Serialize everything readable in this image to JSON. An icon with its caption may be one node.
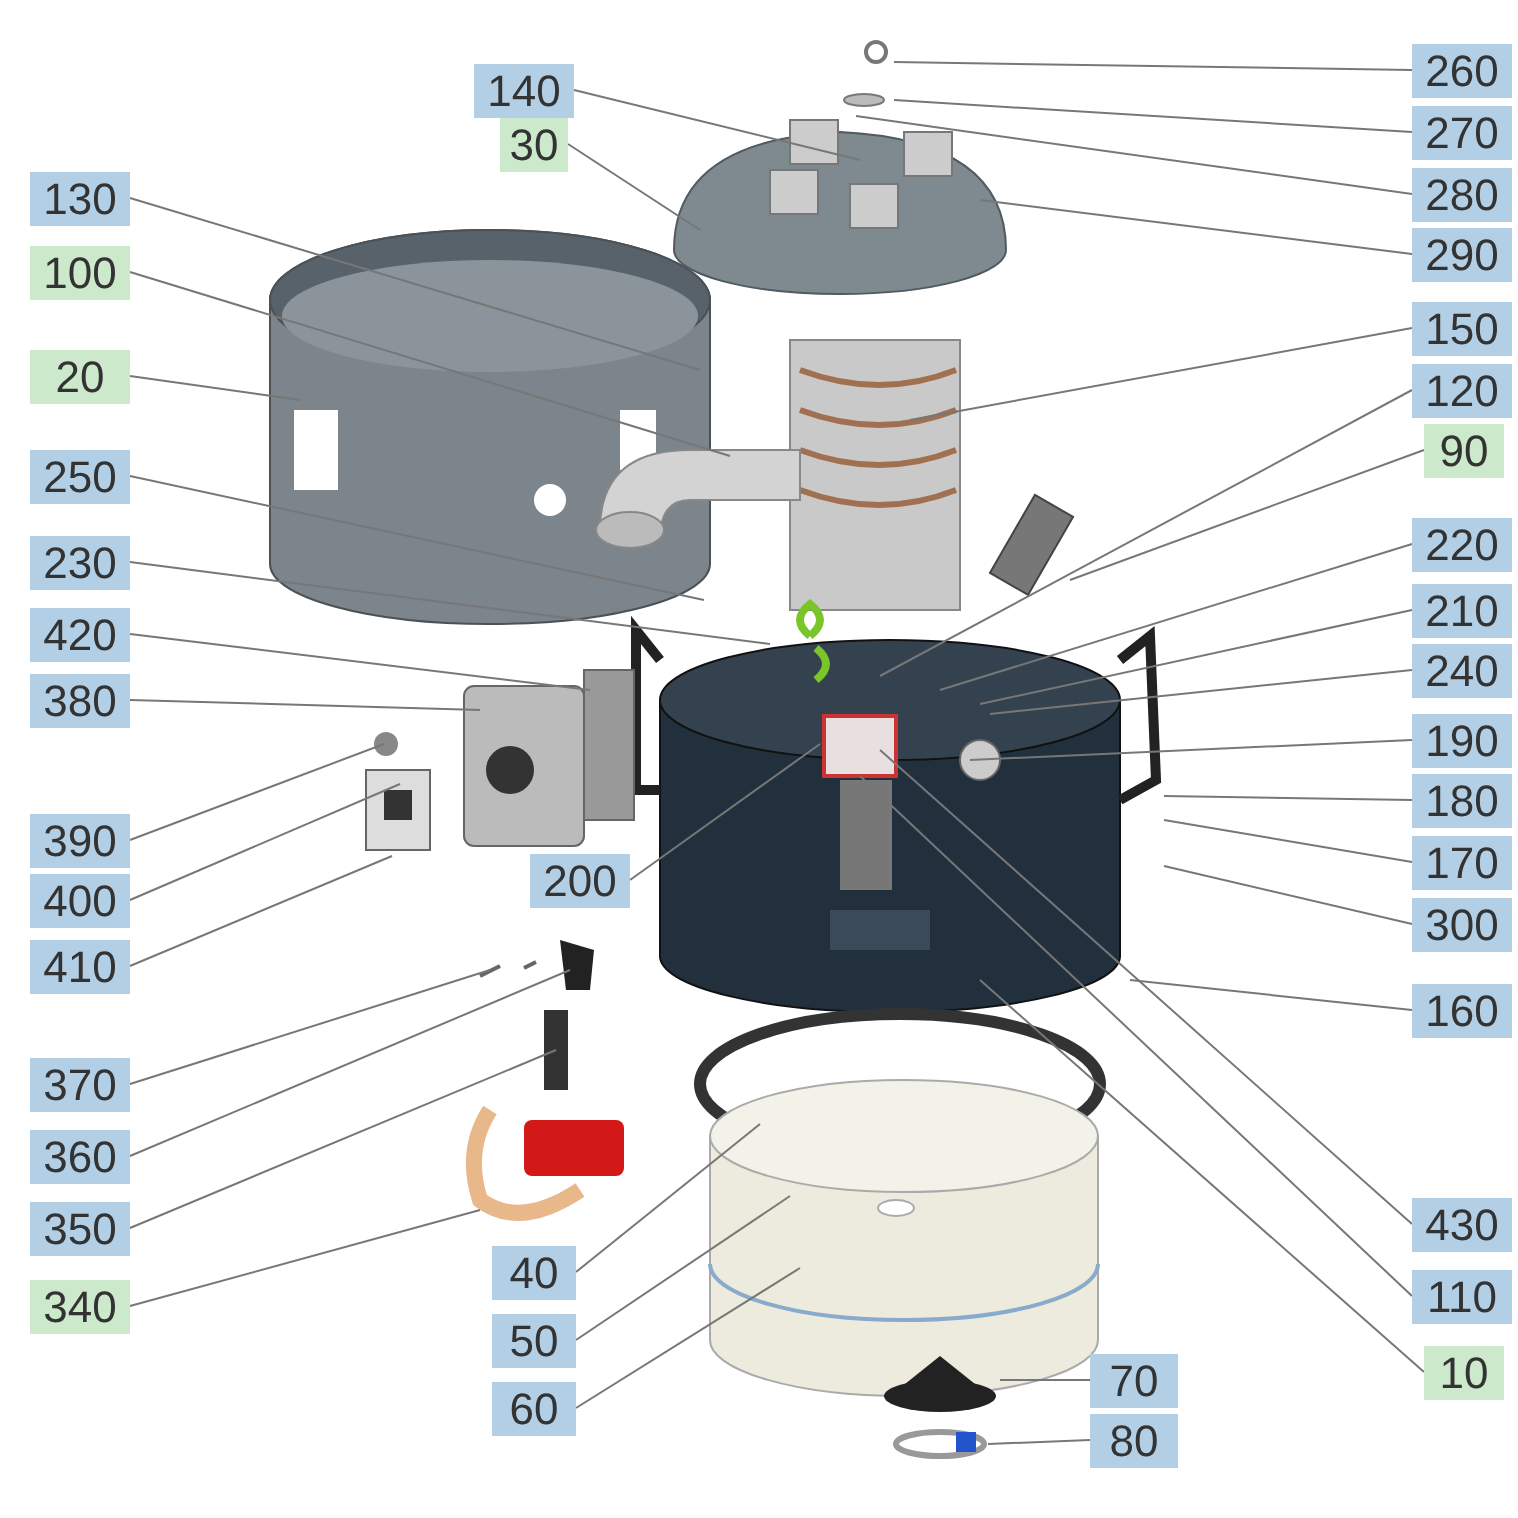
{
  "diagram": {
    "nodes": [
      {
        "text": [
          "140"
        ]
      },
      {
        "text": [
          "30"
        ]
      },
      {
        "text": [
          "130"
        ]
      },
      {
        "text": [
          "100"
        ]
      },
      {
        "text": [
          "20"
        ]
      },
      {
        "text": [
          "250"
        ]
      },
      {
        "text": [
          "230"
        ]
      },
      {
        "text": [
          "420"
        ]
      },
      {
        "text": [
          "380"
        ]
      },
      {
        "text": [
          "390"
        ]
      },
      {
        "text": [
          "400"
        ]
      },
      {
        "text": [
          "410"
        ]
      },
      {
        "text": [
          "200"
        ]
      },
      {
        "text": [
          "370"
        ]
      },
      {
        "text": [
          "360"
        ]
      },
      {
        "text": [
          "350"
        ]
      },
      {
        "text": [
          "340"
        ]
      },
      {
        "text": [
          "40"
        ]
      },
      {
        "text": [
          "50"
        ]
      },
      {
        "text": [
          "60"
        ]
      },
      {
        "text": [
          "260"
        ]
      },
      {
        "text": [
          "270"
        ]
      },
      {
        "text": [
          "280"
        ]
      },
      {
        "text": [
          "290"
        ]
      },
      {
        "text": [
          "150"
        ]
      },
      {
        "text": [
          "120"
        ]
      },
      {
        "text": [
          "90"
        ]
      },
      {
        "text": [
          "220"
        ]
      },
      {
        "text": [
          "210"
        ]
      },
      {
        "text": [
          "240"
        ]
      },
      {
        "text": [
          "190"
        ]
      },
      {
        "text": [
          "180"
        ]
      },
      {
        "text": [
          "170"
        ]
      },
      {
        "text": [
          "300"
        ]
      },
      {
        "text": [
          "160"
        ]
      },
      {
        "text": [
          "430"
        ]
      },
      {
        "text": [
          "110"
        ]
      },
      {
        "text": [
          "10"
        ]
      },
      {
        "text": [
          "70"
        ]
      },
      {
        "text": [
          "80"
        ]
      }
    ],
    "edges": [
      {
        "from": 0,
        "to": null,
        "arrow": "none"
      },
      {
        "from": 1,
        "to": null,
        "arrow": "none"
      },
      {
        "from": 2,
        "to": null,
        "arrow": "none"
      },
      {
        "from": 3,
        "to": null,
        "arrow": "none"
      },
      {
        "from": 4,
        "to": null,
        "arrow": "none"
      },
      {
        "from": 5,
        "to": null,
        "arrow": "none"
      },
      {
        "from": 6,
        "to": null,
        "arrow": "none"
      },
      {
        "from": 7,
        "to": null,
        "arrow": "none"
      },
      {
        "from": 8,
        "to": null,
        "arrow": "none"
      },
      {
        "from": 9,
        "to": null,
        "arrow": "none"
      },
      {
        "from": 10,
        "to": null,
        "arrow": "none"
      },
      {
        "from": 11,
        "to": null,
        "arrow": "none"
      },
      {
        "from": 12,
        "to": null,
        "arrow": "none"
      },
      {
        "from": 13,
        "to": null,
        "arrow": "none"
      },
      {
        "from": 14,
        "to": null,
        "arrow": "none"
      },
      {
        "from": 15,
        "to": null,
        "arrow": "none"
      },
      {
        "from": 16,
        "to": null,
        "arrow": "none"
      },
      {
        "from": 17,
        "to": null,
        "arrow": "none"
      },
      {
        "from": 18,
        "to": null,
        "arrow": "none"
      },
      {
        "from": 19,
        "to": null,
        "arrow": "none"
      },
      {
        "from": 20,
        "to": null,
        "arrow": "none"
      },
      {
        "from": 21,
        "to": null,
        "arrow": "none"
      },
      {
        "from": 22,
        "to": null,
        "arrow": "none"
      },
      {
        "from": 23,
        "to": null,
        "arrow": "none"
      },
      {
        "from": 24,
        "to": null,
        "arrow": "none"
      },
      {
        "from": 25,
        "to": null,
        "arrow": "none"
      },
      {
        "from": 26,
        "to": null,
        "arrow": "none"
      },
      {
        "from": 27,
        "to": null,
        "arrow": "none"
      },
      {
        "from": 28,
        "to": null,
        "arrow": "none"
      },
      {
        "from": 29,
        "to": null,
        "arrow": "none"
      },
      {
        "from": 30,
        "to": null,
        "arrow": "none"
      },
      {
        "from": 31,
        "to": null,
        "arrow": "none"
      },
      {
        "from": 32,
        "to": null,
        "arrow": "none"
      },
      {
        "from": 33,
        "to": null,
        "arrow": "none"
      },
      {
        "from": 34,
        "to": null,
        "arrow": "none"
      },
      {
        "from": 35,
        "to": null,
        "arrow": "none"
      },
      {
        "from": 36,
        "to": null,
        "arrow": "none"
      },
      {
        "from": 37,
        "to": null,
        "arrow": "none"
      },
      {
        "from": 38,
        "to": null,
        "arrow": "none"
      },
      {
        "from": 39,
        "to": null,
        "arrow": "none"
      }
    ]
  }
}
